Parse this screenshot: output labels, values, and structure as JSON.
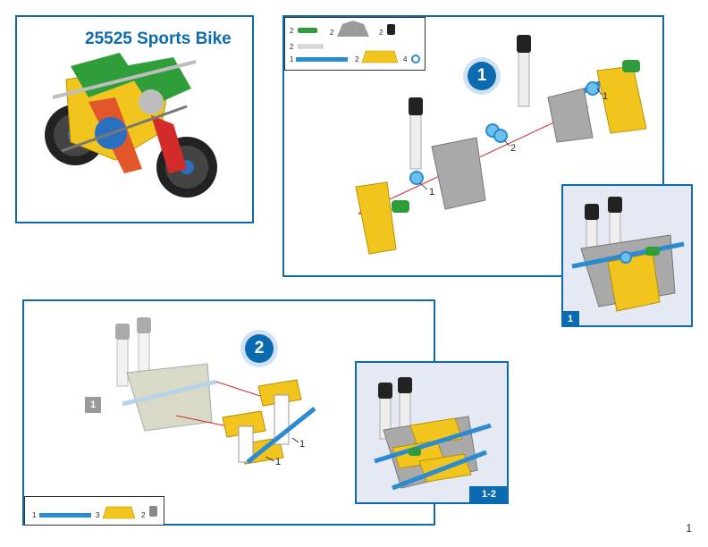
{
  "model": {
    "title": "25525 Sports Bike"
  },
  "step1": {
    "number": "1",
    "parts": [
      {
        "qty": "2",
        "icon": "green-connector-icon"
      },
      {
        "qty": "2",
        "icon": "grey-connector-icon"
      },
      {
        "qty": "2",
        "icon": "black-cap-icon"
      },
      {
        "qty": "2",
        "icon": "white-rod-icon"
      },
      {
        "qty": "1",
        "icon": "blue-rod-icon"
      },
      {
        "qty": "2",
        "icon": "yellow-connector-icon"
      },
      {
        "qty": "4",
        "icon": "spacer-icon"
      }
    ],
    "callouts": [
      "1",
      "2",
      "1"
    ],
    "result_tag": "1"
  },
  "step2": {
    "number": "2",
    "ref_tag": "1",
    "callouts": [
      "1",
      "1"
    ],
    "parts": [
      {
        "qty": "1",
        "icon": "blue-rod-icon"
      },
      {
        "qty": "3",
        "icon": "yellow-connector-icon"
      },
      {
        "qty": "2",
        "icon": "grey-cap-icon"
      }
    ],
    "result_tag": "1-2"
  },
  "page": {
    "number": "1"
  },
  "colors": {
    "accent": "#0b6ab0",
    "panel_bg": "#e5e9f4"
  }
}
